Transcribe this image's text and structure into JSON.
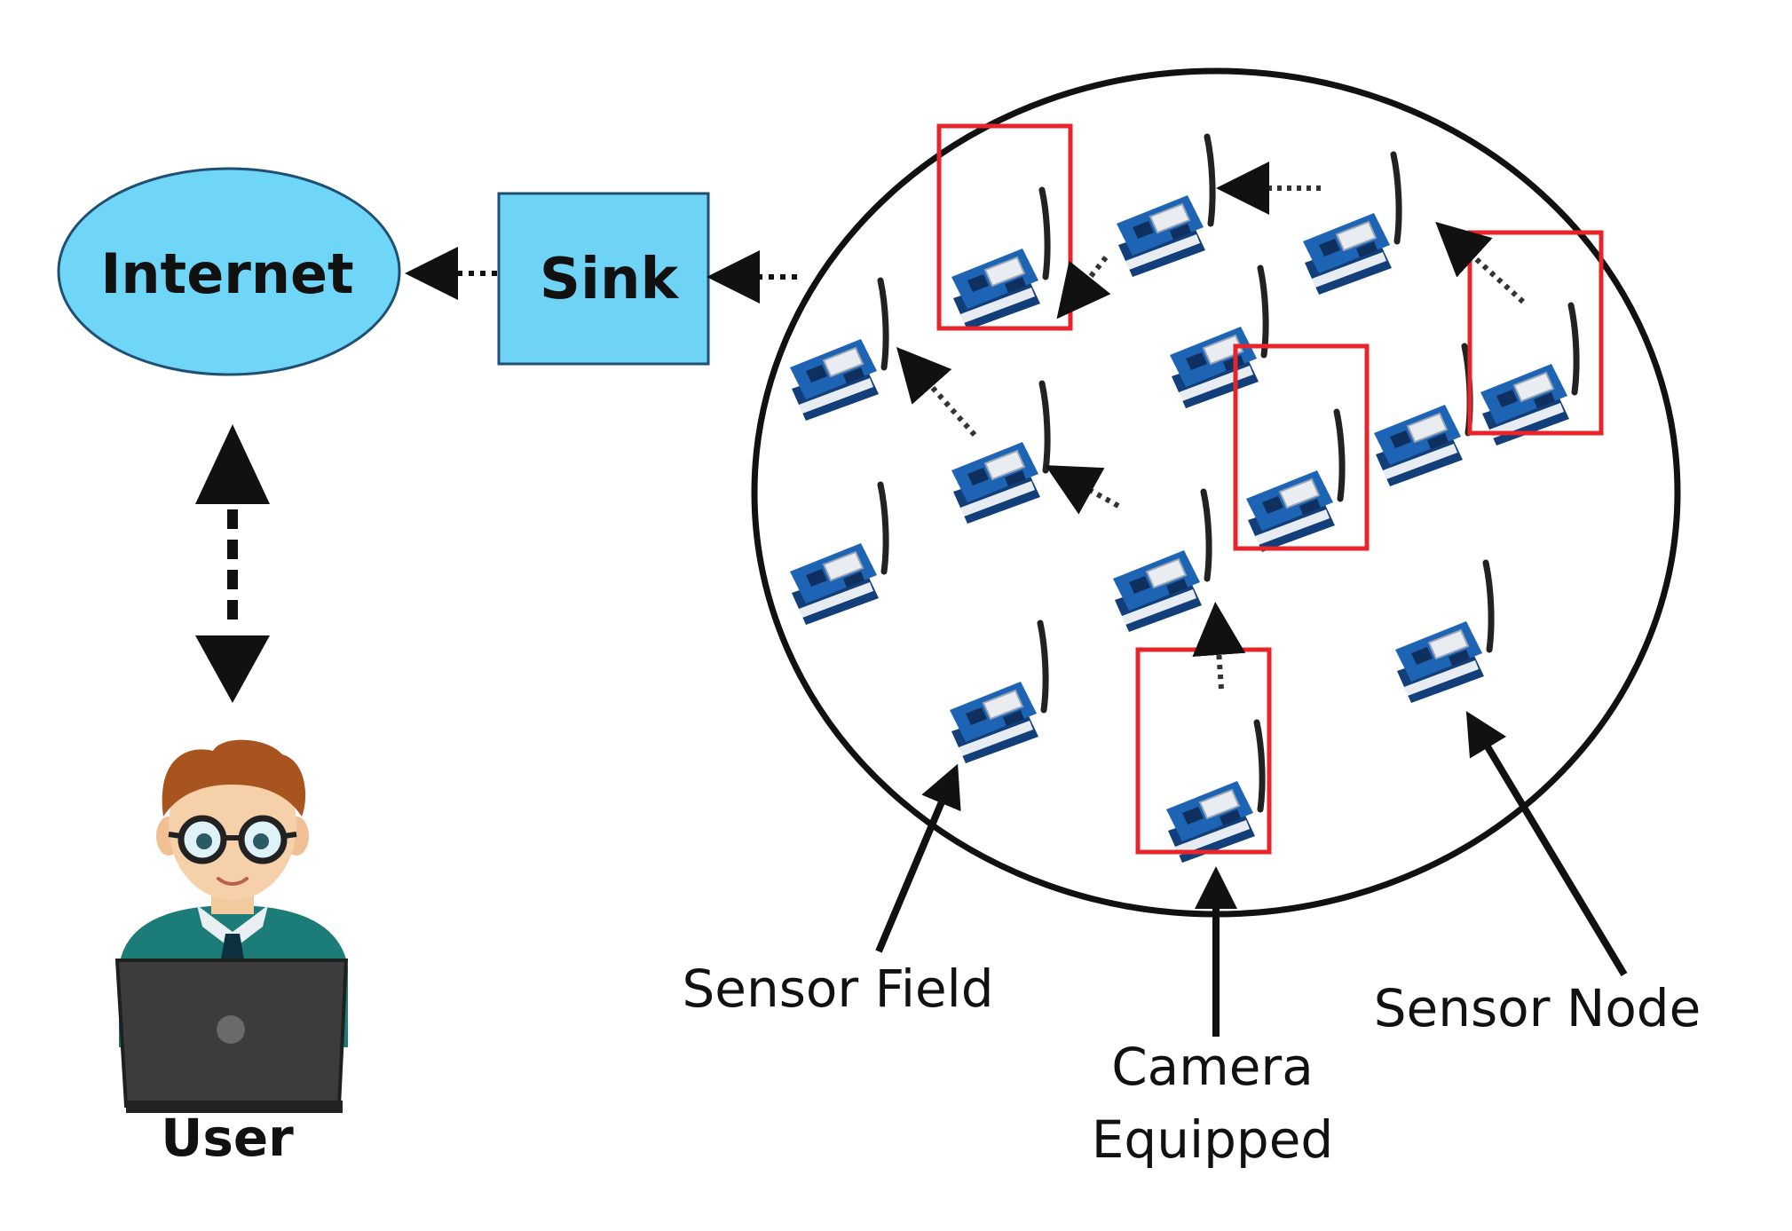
{
  "nodes": {
    "internet": "Internet",
    "sink": "Sink",
    "user": "User"
  },
  "labels": {
    "sensor_field": "Sensor Field",
    "camera_line1": "Camera",
    "camera_line2": "Equipped",
    "sensor_node": "Sensor Node"
  },
  "colors": {
    "cloud_fill": "#70d6f7",
    "sink_fill": "#6fd3f5",
    "highlight": "#e8242b",
    "board_blue": "#1d64b4",
    "board_dark": "#123f79",
    "ink": "#111111"
  },
  "icons": [
    "sensor-node-icon",
    "person-icon",
    "laptop-icon"
  ]
}
